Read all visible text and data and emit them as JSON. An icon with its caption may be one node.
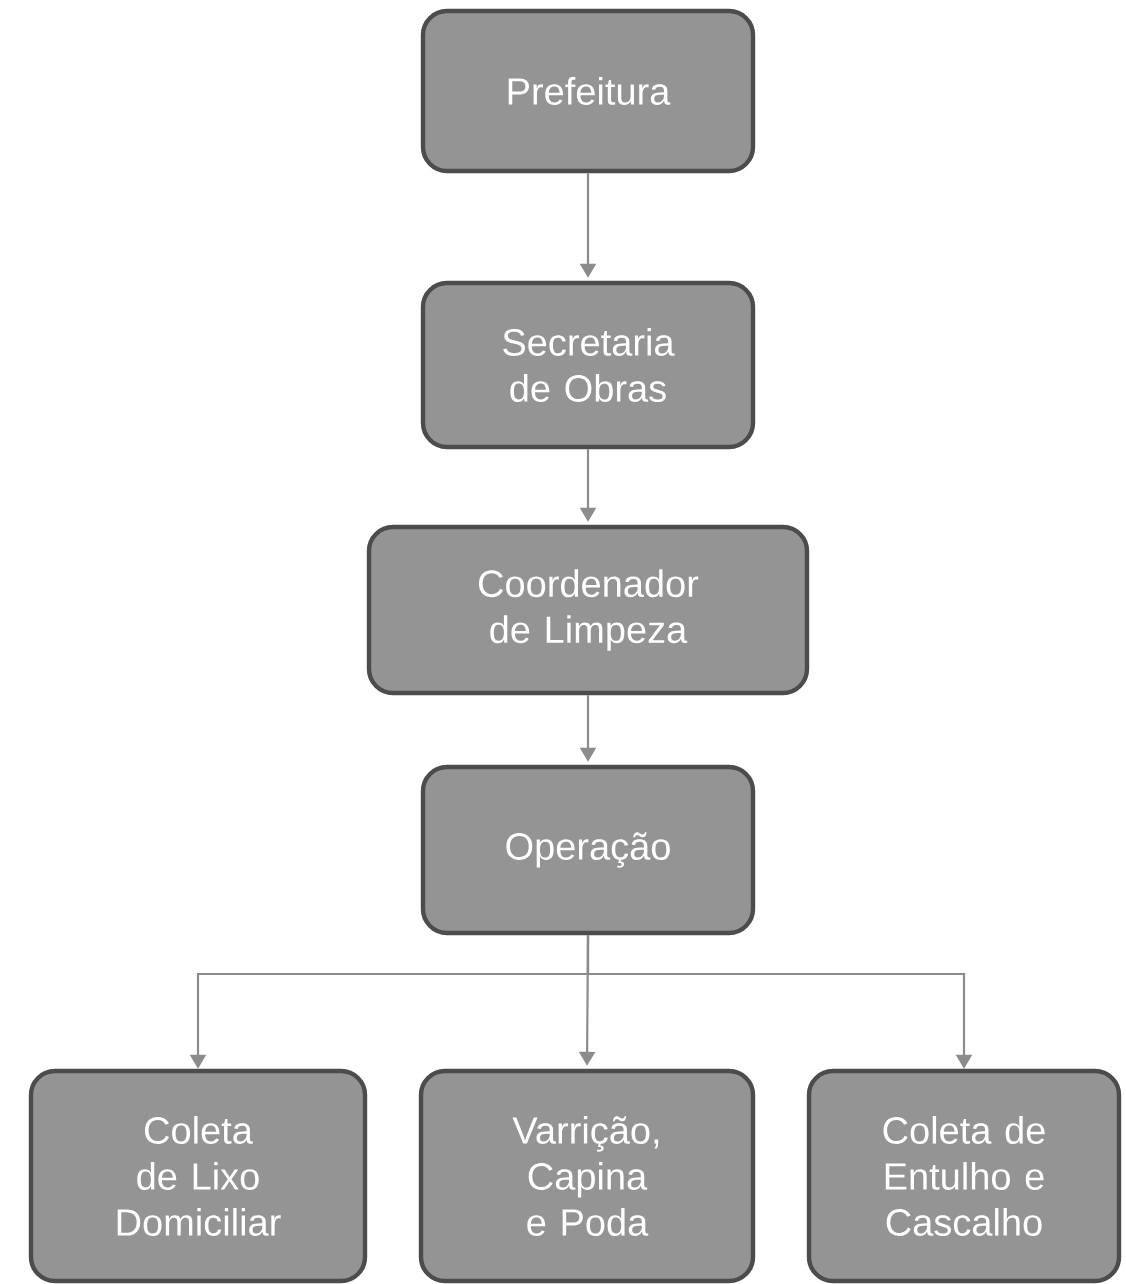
{
  "diagram": {
    "nodes": [
      {
        "text": [
          "Prefeitura"
        ]
      },
      {
        "text": [
          "Secretaria de Obras"
        ]
      },
      {
        "text": [
          "Coordenador de Limpeza"
        ]
      },
      {
        "text": [
          "Operação"
        ]
      },
      {
        "text": [
          "Coleta de Lixo Domiciliar"
        ]
      },
      {
        "text": [
          "Varrição, Capina e Poda"
        ]
      },
      {
        "text": [
          "Coleta de Entulho e Cascalho"
        ]
      }
    ],
    "edges": [
      {
        "from": 0,
        "to": 1,
        "arrow": "to"
      },
      {
        "from": 1,
        "to": 2,
        "arrow": "to"
      },
      {
        "from": 2,
        "to": 3,
        "arrow": "to"
      },
      {
        "from": 3,
        "to": 4,
        "arrow": "to"
      },
      {
        "from": 3,
        "to": 5,
        "arrow": "to"
      },
      {
        "from": 3,
        "to": 6,
        "arrow": "to"
      }
    ]
  }
}
